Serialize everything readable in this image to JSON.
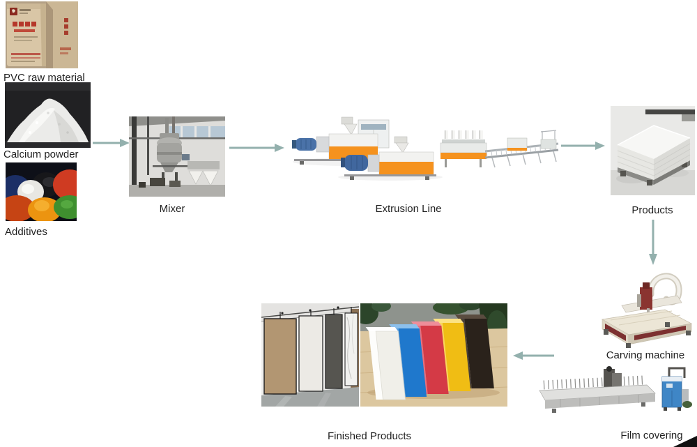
{
  "diagram": {
    "background": "#ffffff",
    "arrow_color": "#93b0ad",
    "label_color": "#1f1f1f",
    "nodes": [
      {
        "id": "pvc-raw-material",
        "label": "PVC raw material",
        "kind": "photo"
      },
      {
        "id": "calcium-powder",
        "label": "Calcium powder",
        "kind": "photo"
      },
      {
        "id": "additives",
        "label": "Additives",
        "kind": "photo"
      },
      {
        "id": "mixer",
        "label": "Mixer",
        "kind": "photo"
      },
      {
        "id": "extrusion-line",
        "label": "Extrusion Line",
        "kind": "illustration"
      },
      {
        "id": "products",
        "label": "Products",
        "kind": "photo"
      },
      {
        "id": "carving-machine",
        "label": "Carving machine",
        "kind": "photo"
      },
      {
        "id": "film-covering",
        "label": "Film covering",
        "kind": "photo"
      },
      {
        "id": "finished-products",
        "label": "Finished Products",
        "kind": "photo"
      }
    ],
    "edges": [
      {
        "from": "raw-materials",
        "to": "mixer",
        "direction": "right"
      },
      {
        "from": "mixer",
        "to": "extrusion-line",
        "direction": "right"
      },
      {
        "from": "extrusion-line",
        "to": "products",
        "direction": "right"
      },
      {
        "from": "products",
        "to": "carving-machine",
        "direction": "down"
      },
      {
        "from": "film-covering",
        "to": "finished-products",
        "direction": "left"
      }
    ]
  }
}
